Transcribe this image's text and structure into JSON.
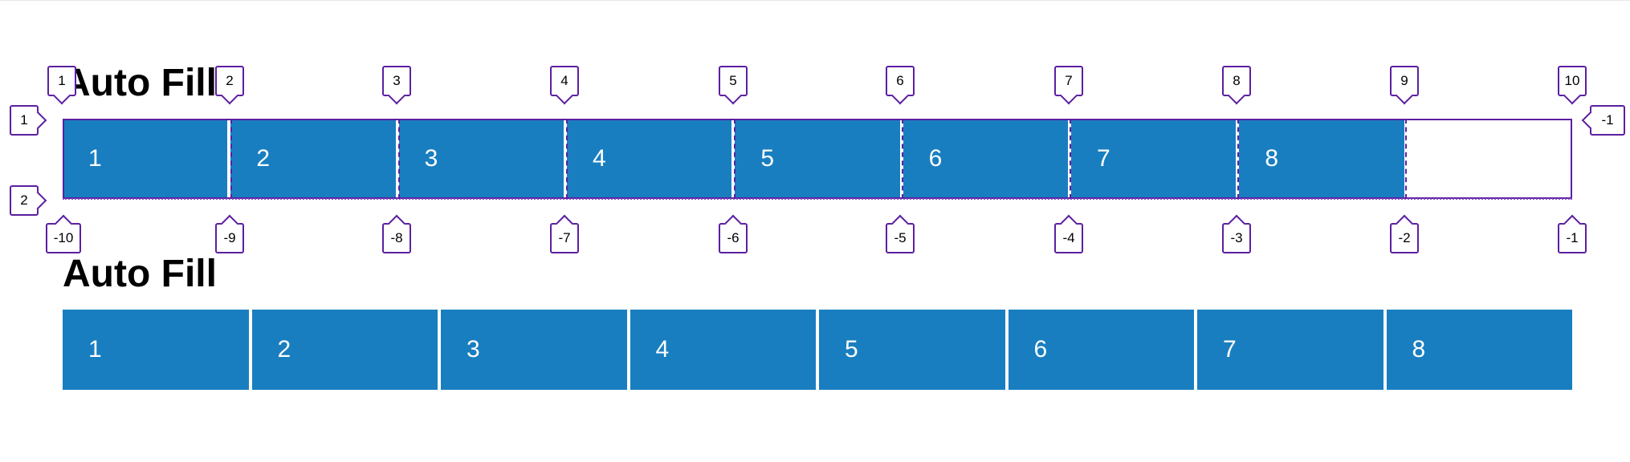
{
  "sections": [
    {
      "title": "Auto Fill",
      "items": [
        "1",
        "2",
        "3",
        "4",
        "5",
        "6",
        "7",
        "8"
      ],
      "inspector": {
        "column_lines_top": [
          "1",
          "2",
          "3",
          "4",
          "5",
          "6",
          "7",
          "8",
          "9",
          "10"
        ],
        "column_lines_bottom": [
          "-10",
          "-9",
          "-8",
          "-7",
          "-6",
          "-5",
          "-4",
          "-3",
          "-2",
          "-1"
        ],
        "row_lines_left": [
          "1",
          "2"
        ],
        "row_lines_right": [
          "-1"
        ]
      }
    },
    {
      "title": "Auto Fill",
      "items": [
        "1",
        "2",
        "3",
        "4",
        "5",
        "6",
        "7",
        "8"
      ]
    }
  ],
  "colors": {
    "item_background": "#197ec0",
    "item_text": "#ffffff",
    "inspector_outline": "#5c1fa0"
  }
}
